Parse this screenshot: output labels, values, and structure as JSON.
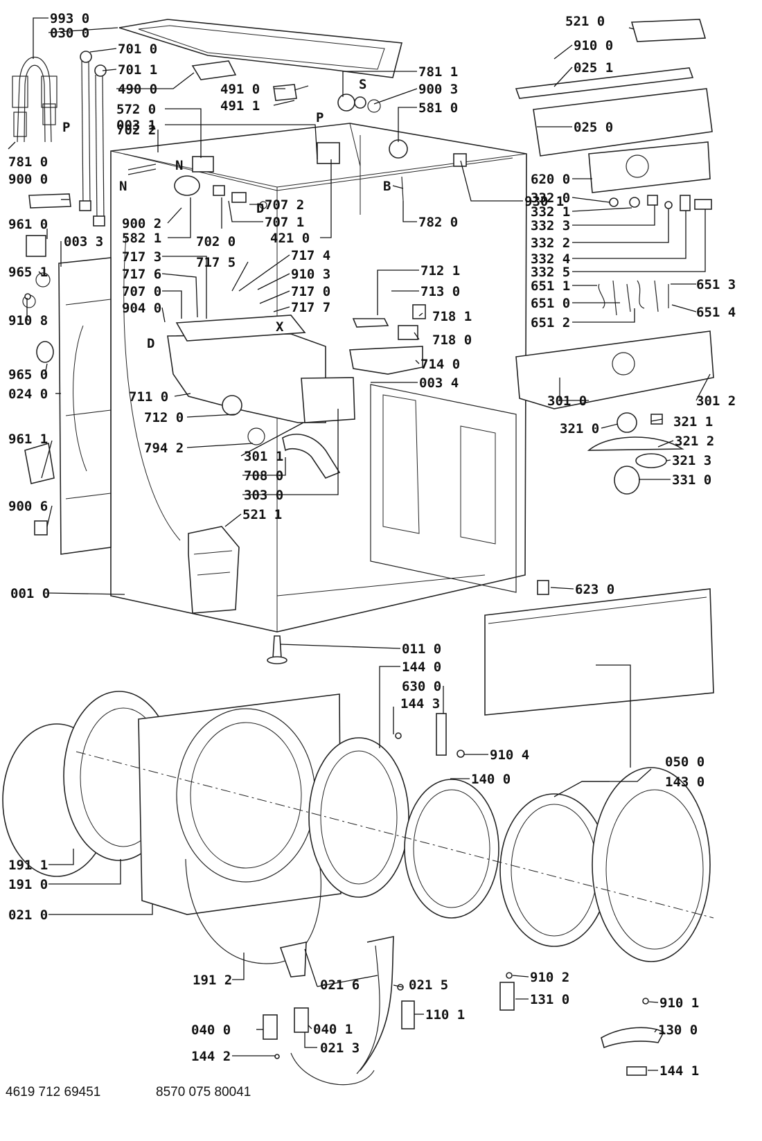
{
  "labels": [
    {
      "text": "993 0"
    },
    {
      "text": "030 0"
    },
    {
      "text": "701 0"
    },
    {
      "text": "701 1"
    },
    {
      "text": "490 0"
    },
    {
      "text": "491 0"
    },
    {
      "text": "491 1"
    },
    {
      "text": "781 1"
    },
    {
      "text": "900 3"
    },
    {
      "text": "572 0"
    },
    {
      "text": "003 1"
    },
    {
      "text": "581 0"
    },
    {
      "text": "702 2"
    },
    {
      "text": "P"
    },
    {
      "text": "S"
    },
    {
      "text": "N"
    },
    {
      "text": "N"
    },
    {
      "text": "P"
    },
    {
      "text": "781 0"
    },
    {
      "text": "900 0"
    },
    {
      "text": "B"
    },
    {
      "text": "930 1"
    },
    {
      "text": "707 2"
    },
    {
      "text": "D"
    },
    {
      "text": "707 1"
    },
    {
      "text": "900 2"
    },
    {
      "text": "582 1"
    },
    {
      "text": "421 0"
    },
    {
      "text": "782 0"
    },
    {
      "text": "702 0"
    },
    {
      "text": "961 0"
    },
    {
      "text": "003 3"
    },
    {
      "text": "717 3"
    },
    {
      "text": "717 5"
    },
    {
      "text": "717 4"
    },
    {
      "text": "910 3"
    },
    {
      "text": "965 1"
    },
    {
      "text": "717 6"
    },
    {
      "text": "707 0"
    },
    {
      "text": "717 0"
    },
    {
      "text": "904 0"
    },
    {
      "text": "717 7"
    },
    {
      "text": "X"
    },
    {
      "text": "910 8"
    },
    {
      "text": "D"
    },
    {
      "text": "712 1"
    },
    {
      "text": "713 0"
    },
    {
      "text": "718 1"
    },
    {
      "text": "718 0"
    },
    {
      "text": "714 0"
    },
    {
      "text": "965 0"
    },
    {
      "text": "024 0"
    },
    {
      "text": "711 0"
    },
    {
      "text": "003 4"
    },
    {
      "text": "712 0"
    },
    {
      "text": "794 2"
    },
    {
      "text": "301 1"
    },
    {
      "text": "708 0"
    },
    {
      "text": "303 0"
    },
    {
      "text": "961 1"
    },
    {
      "text": "900 6"
    },
    {
      "text": "521 1"
    },
    {
      "text": "001 0"
    },
    {
      "text": "623 0"
    },
    {
      "text": "521 0"
    },
    {
      "text": "910 0"
    },
    {
      "text": "025 1"
    },
    {
      "text": "025 0"
    },
    {
      "text": "620 0"
    },
    {
      "text": "332 0"
    },
    {
      "text": "332 1"
    },
    {
      "text": "332 3"
    },
    {
      "text": "332 2"
    },
    {
      "text": "332 4"
    },
    {
      "text": "332 5"
    },
    {
      "text": "651 1"
    },
    {
      "text": "651 3"
    },
    {
      "text": "651 0"
    },
    {
      "text": "651 4"
    },
    {
      "text": "651 2"
    },
    {
      "text": "301 0"
    },
    {
      "text": "301 2"
    },
    {
      "text": "321 0"
    },
    {
      "text": "321 1"
    },
    {
      "text": "321 2"
    },
    {
      "text": "321 3"
    },
    {
      "text": "331 0"
    },
    {
      "text": "011 0"
    },
    {
      "text": "144 0"
    },
    {
      "text": "630 0"
    },
    {
      "text": "144 3"
    },
    {
      "text": "910 4"
    },
    {
      "text": "050 0"
    },
    {
      "text": "140 0"
    },
    {
      "text": "143 0"
    },
    {
      "text": "191 1"
    },
    {
      "text": "191 0"
    },
    {
      "text": "021 0"
    },
    {
      "text": "191 2"
    },
    {
      "text": "021 6"
    },
    {
      "text": "021 5"
    },
    {
      "text": "040 0"
    },
    {
      "text": "040 1"
    },
    {
      "text": "021 3"
    },
    {
      "text": "110 1"
    },
    {
      "text": "144 2"
    },
    {
      "text": "910 2"
    },
    {
      "text": "131 0"
    },
    {
      "text": "910 1"
    },
    {
      "text": "130 0"
    },
    {
      "text": "144 1"
    }
  ],
  "footer": {
    "left_code": "4619 712 69451",
    "right_code": "8570 075 80041"
  }
}
